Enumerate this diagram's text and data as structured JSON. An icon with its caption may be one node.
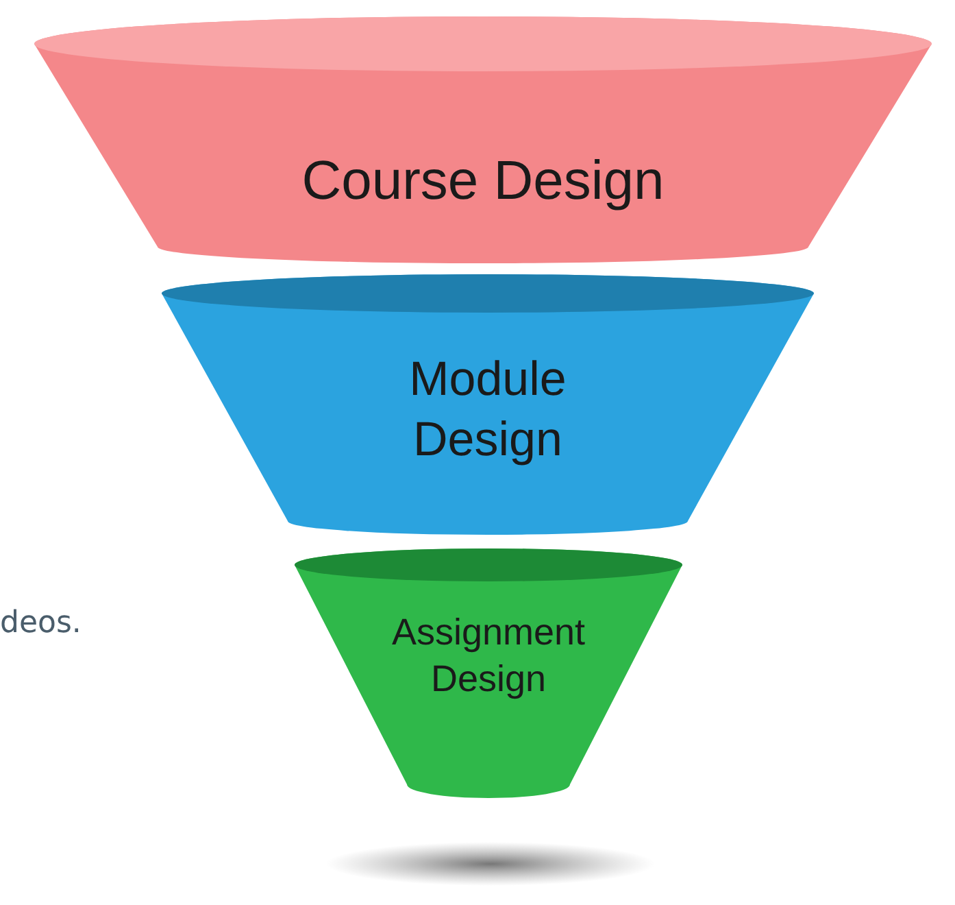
{
  "diagram": {
    "nodes": [
      {
        "text": [
          "Course Design"
        ]
      },
      {
        "text": [
          "Module Design"
        ]
      },
      {
        "text": [
          "Assignment Design"
        ]
      }
    ],
    "labels": [
      "deos."
    ]
  }
}
